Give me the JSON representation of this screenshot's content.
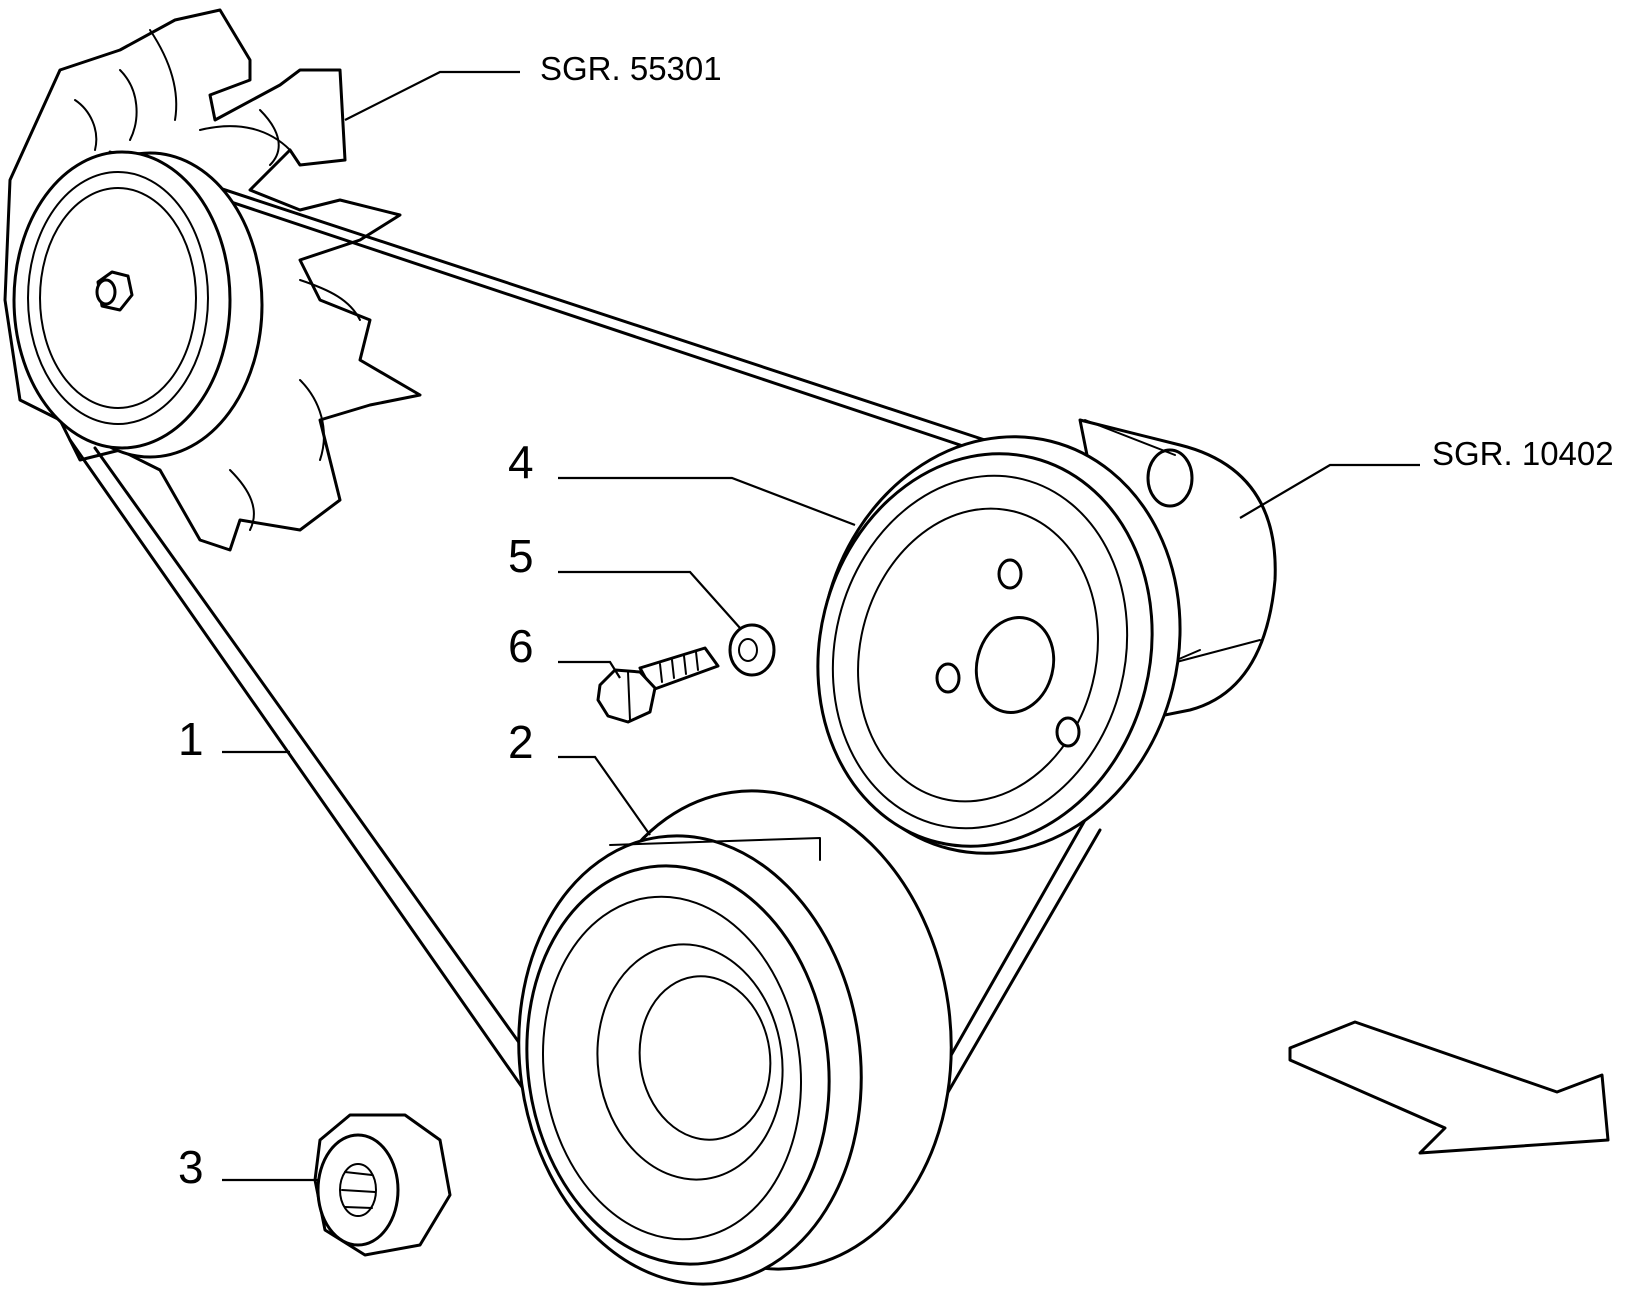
{
  "callouts": {
    "belt": "1",
    "crank_pulley": "2",
    "nut": "3",
    "pump_pulley": "4",
    "washer": "5",
    "bolt": "6"
  },
  "references": {
    "alternator": "SGR. 55301",
    "water_pump": "SGR. 10402"
  },
  "icons": {
    "direction": "direction-arrow-icon"
  }
}
